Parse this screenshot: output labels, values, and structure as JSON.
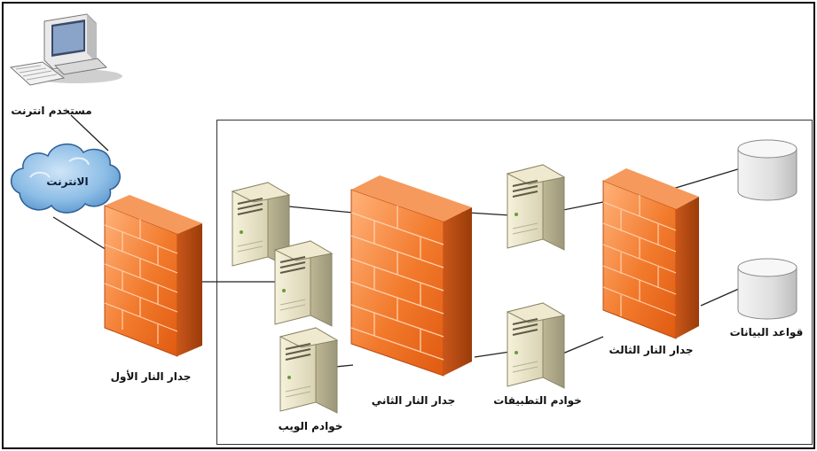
{
  "labels": {
    "internet_user": "مستخدم انترنت",
    "internet": "الانترنت",
    "firewall_1": "جدار النار الأول",
    "web_servers": "خوادم الويب",
    "firewall_2": "جدار النار الثاني",
    "app_servers": "خوادم التطبيقات",
    "firewall_3": "جدار النار الثالث",
    "databases": "قواعد البيانات"
  },
  "icons": [
    "computer-icon",
    "cloud-icon",
    "firewall-icon",
    "server-icon",
    "database-icon"
  ],
  "colors": {
    "firewall": "#f07a2e",
    "firewall_dark": "#b04a12",
    "cloud": "#7fb3e0",
    "server": "#e8e3c8",
    "database": "#d8d8d8"
  }
}
